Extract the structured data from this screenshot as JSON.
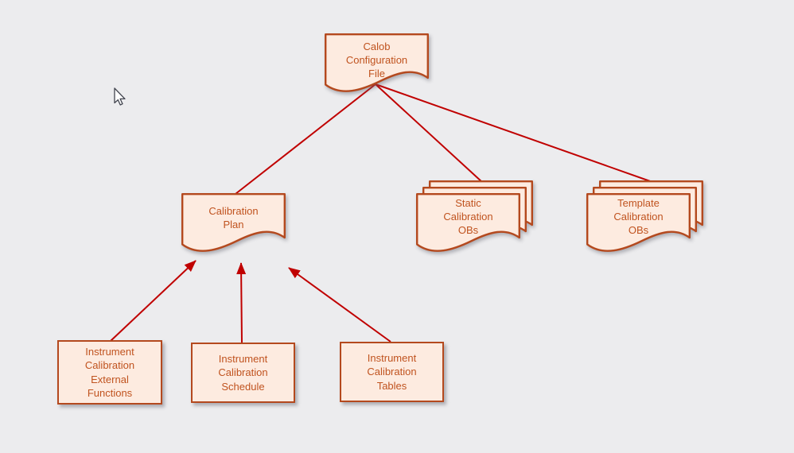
{
  "diagram": {
    "background_color": "#ECECEE",
    "colors": {
      "background": "#ECECEE",
      "node_fill": "#FDEBE0",
      "node_border": "#B4491E",
      "node_text": "#C0531F",
      "connector": "#C00000"
    },
    "nodes": {
      "calob": {
        "label": "Calob\nConfiguration\nFile",
        "shape": "document"
      },
      "plan": {
        "label": "Calibration\nPlan",
        "shape": "document"
      },
      "static_obs": {
        "label": "Static\nCalibration\nOBs",
        "shape": "document-stack"
      },
      "template_obs": {
        "label": "Template\nCalibration\nOBs",
        "shape": "document-stack"
      },
      "ext_functions": {
        "label": "Instrument\nCalibration\nExternal\nFunctions",
        "shape": "rectangle"
      },
      "schedule": {
        "label": "Instrument\nCalibration\nSchedule",
        "shape": "rectangle"
      },
      "tables": {
        "label": "Instrument\nCalibration\nTables",
        "shape": "rectangle"
      }
    },
    "edges": [
      {
        "from": "calob",
        "to": "plan",
        "arrowhead": false
      },
      {
        "from": "calob",
        "to": "static_obs",
        "arrowhead": false
      },
      {
        "from": "calob",
        "to": "template_obs",
        "arrowhead": false
      },
      {
        "from": "ext_functions",
        "to": "plan",
        "arrowhead": true
      },
      {
        "from": "schedule",
        "to": "plan",
        "arrowhead": true
      },
      {
        "from": "tables",
        "to": "plan",
        "arrowhead": true
      }
    ]
  }
}
